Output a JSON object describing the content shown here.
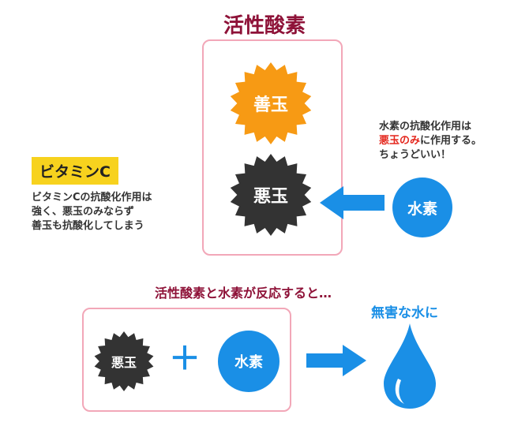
{
  "title": "活性酸素",
  "top_box": {
    "good_label": "善玉",
    "bad_label": "悪玉"
  },
  "hydrogen_label": "水素",
  "hydrogen_note": {
    "line1": "水素の抗酸化作用は",
    "line2_highlight": "悪玉のみ",
    "line2_rest": "に作用する。",
    "line3": "ちょうどいい！"
  },
  "vitamin_c": {
    "badge": "ビタミンC",
    "lines": [
      "ビタミンCの抗酸化作用は",
      "強く、悪玉のみならず",
      "善玉も抗酸化してしまう"
    ]
  },
  "reaction": {
    "subtitle": "活性酸素と水素が反応すると…",
    "bad_label": "悪玉",
    "plus": "＋",
    "hydrogen_label": "水素",
    "result_label": "無害な水に"
  },
  "colors": {
    "good": "#f79a14",
    "bad": "#333333",
    "hydrogen": "#1a8fe6",
    "title": "#8e1238",
    "box_border": "#f2a7b8",
    "badge": "#f7d21e",
    "highlight": "#e4261c"
  }
}
